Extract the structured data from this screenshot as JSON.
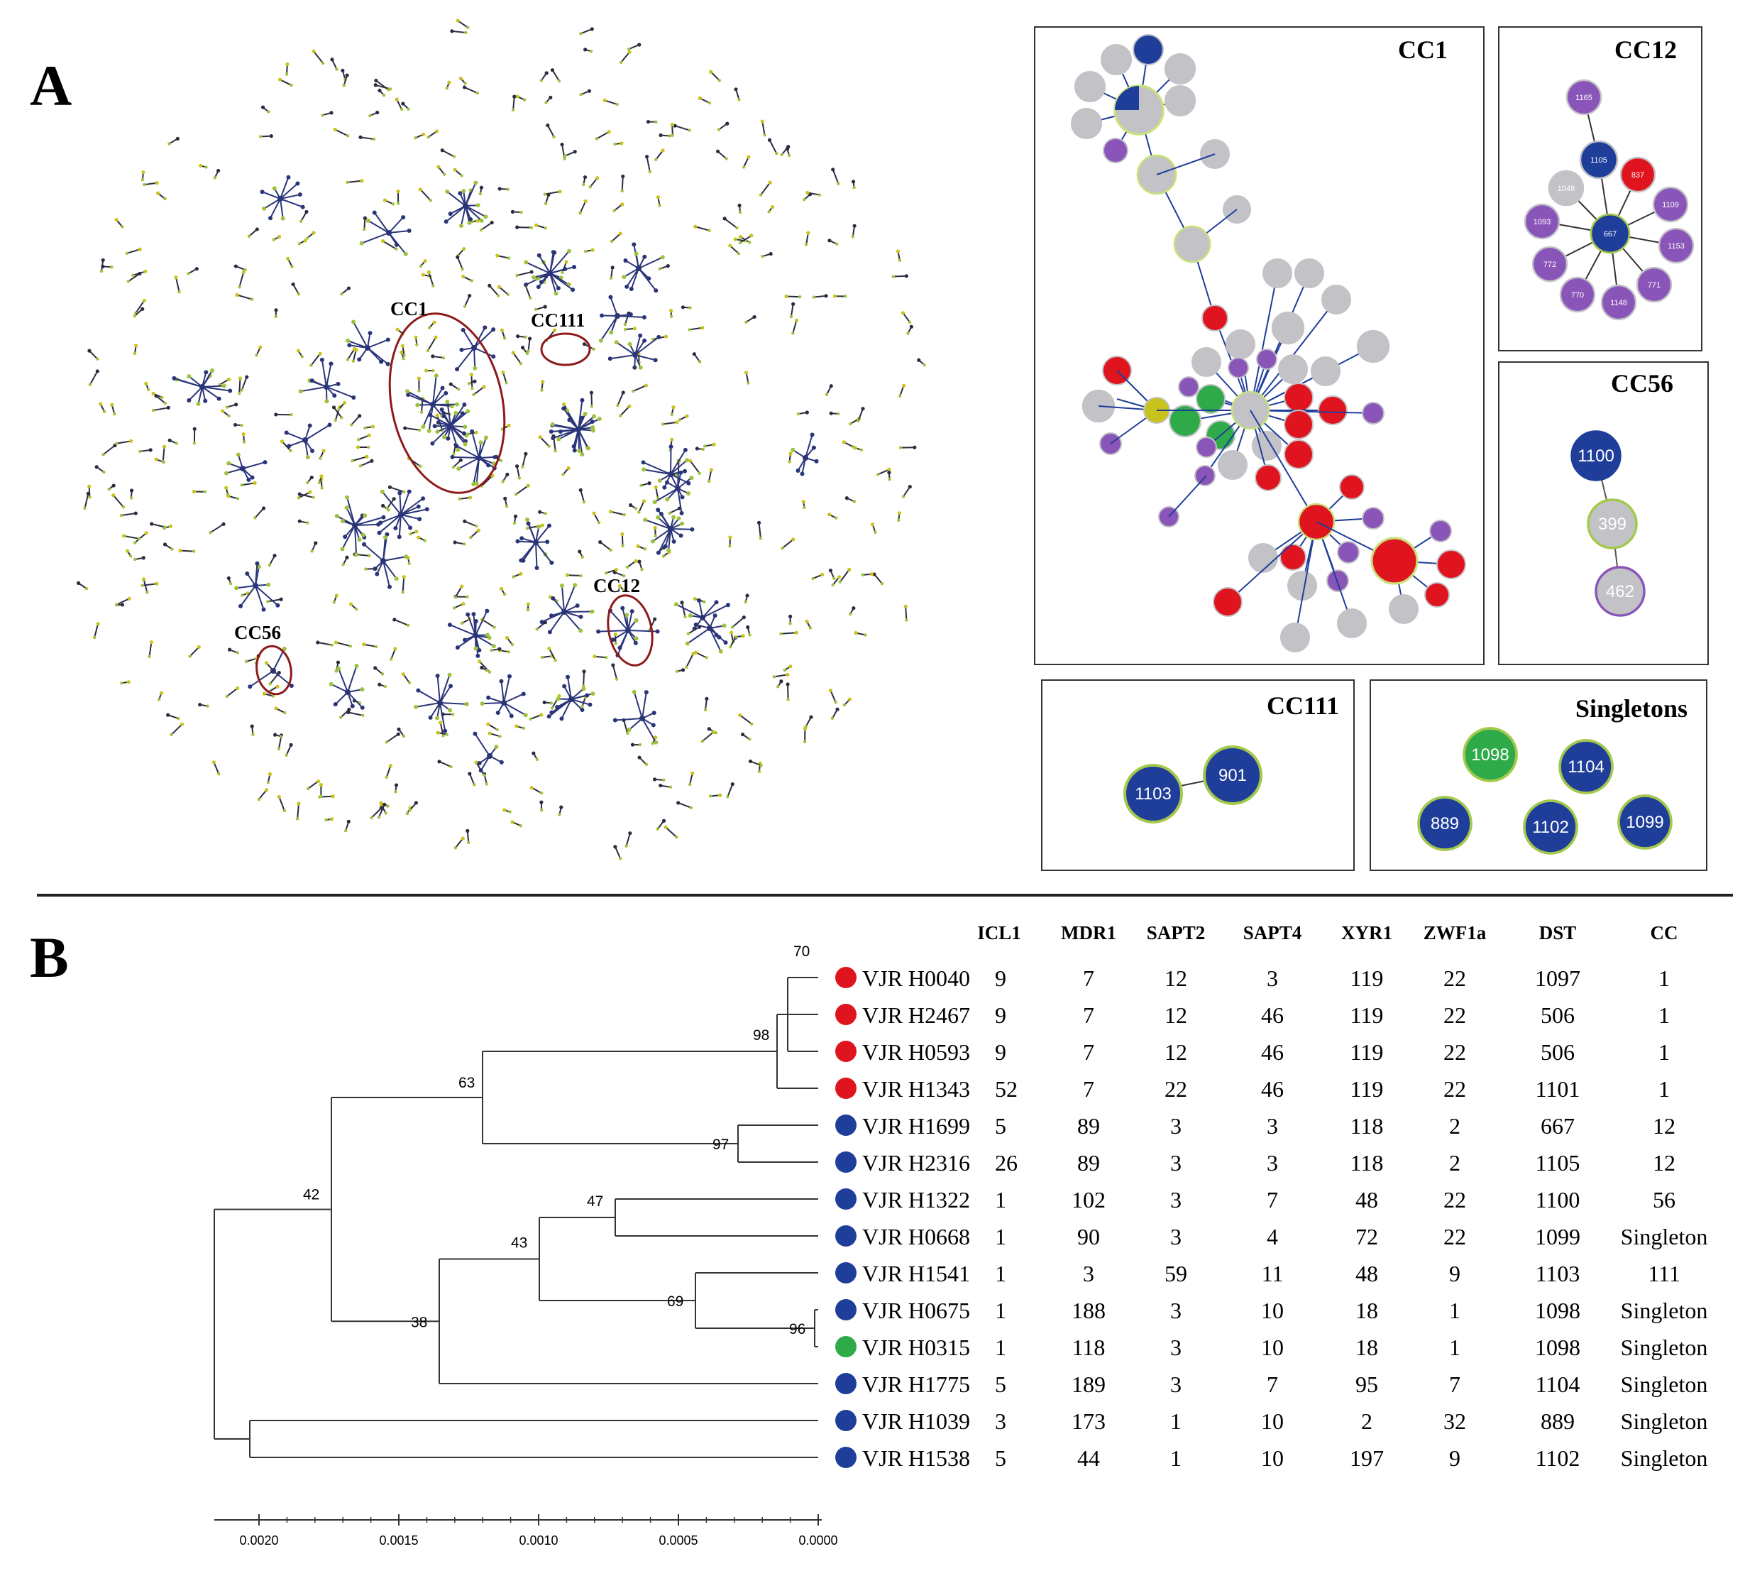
{
  "panel_a": {
    "letter": "A",
    "ring_labels": [
      "CC1",
      "CC111",
      "CC12",
      "CC56"
    ],
    "boxes": {
      "cc1": {
        "title": "CC1"
      },
      "cc12": {
        "title": "CC12"
      },
      "cc56": {
        "title": "CC56"
      },
      "cc111": {
        "title": "CC111"
      },
      "singletons": {
        "title": "Singletons"
      }
    },
    "cc12_nodes": [
      "1165",
      "1105",
      "837",
      "1049",
      "1109",
      "1093",
      "667",
      "1153",
      "772",
      "770",
      "1148",
      "771"
    ],
    "cc56_nodes": [
      "1100",
      "399",
      "462"
    ],
    "cc111_nodes": [
      "1103",
      "901"
    ],
    "singleton_nodes": [
      "1098",
      "1104",
      "889",
      "1102",
      "1099"
    ],
    "colors": {
      "red": "#e0141e",
      "blue": "#1f3e9a",
      "green": "#2eab48",
      "grey": "#c2c2c7",
      "purple": "#8a55b8",
      "yellow": "#c7c31b",
      "ring": "#8e1a1a",
      "outline": "#a3c94a"
    }
  },
  "panel_b": {
    "letter": "B",
    "columns": [
      "ICL1",
      "MDR1",
      "SAPT2",
      "SAPT4",
      "XYR1",
      "ZWF1a",
      "DST",
      "CC"
    ],
    "rows": [
      {
        "taxon": "VJR H0040",
        "color": "red",
        "cells": [
          "9",
          "7",
          "12",
          "3",
          "119",
          "22",
          "1097",
          "1"
        ]
      },
      {
        "taxon": "VJR H2467",
        "color": "red",
        "cells": [
          "9",
          "7",
          "12",
          "46",
          "119",
          "22",
          "506",
          "1"
        ]
      },
      {
        "taxon": "VJR H0593",
        "color": "red",
        "cells": [
          "9",
          "7",
          "12",
          "46",
          "119",
          "22",
          "506",
          "1"
        ]
      },
      {
        "taxon": "VJR H1343",
        "color": "red",
        "cells": [
          "52",
          "7",
          "22",
          "46",
          "119",
          "22",
          "1101",
          "1"
        ]
      },
      {
        "taxon": "VJR H1699",
        "color": "blue",
        "cells": [
          "5",
          "89",
          "3",
          "3",
          "118",
          "2",
          "667",
          "12"
        ]
      },
      {
        "taxon": "VJR H2316",
        "color": "blue",
        "cells": [
          "26",
          "89",
          "3",
          "3",
          "118",
          "2",
          "1105",
          "12"
        ]
      },
      {
        "taxon": "VJR H1322",
        "color": "blue",
        "cells": [
          "1",
          "102",
          "3",
          "7",
          "48",
          "22",
          "1100",
          "56"
        ]
      },
      {
        "taxon": "VJR H0668",
        "color": "blue",
        "cells": [
          "1",
          "90",
          "3",
          "4",
          "72",
          "22",
          "1099",
          "Singleton"
        ]
      },
      {
        "taxon": "VJR H1541",
        "color": "blue",
        "cells": [
          "1",
          "3",
          "59",
          "11",
          "48",
          "9",
          "1103",
          "111"
        ]
      },
      {
        "taxon": "VJR H0675",
        "color": "blue",
        "cells": [
          "1",
          "188",
          "3",
          "10",
          "18",
          "1",
          "1098",
          "Singleton"
        ]
      },
      {
        "taxon": "VJR H0315",
        "color": "green",
        "cells": [
          "1",
          "118",
          "3",
          "10",
          "18",
          "1",
          "1098",
          "Singleton"
        ]
      },
      {
        "taxon": "VJR H1775",
        "color": "blue",
        "cells": [
          "5",
          "189",
          "3",
          "7",
          "95",
          "7",
          "1104",
          "Singleton"
        ]
      },
      {
        "taxon": "VJR H1039",
        "color": "blue",
        "cells": [
          "3",
          "173",
          "1",
          "10",
          "2",
          "32",
          "889",
          "Singleton"
        ]
      },
      {
        "taxon": "VJR H1538",
        "color": "blue",
        "cells": [
          "5",
          "44",
          "1",
          "10",
          "197",
          "9",
          "1102",
          "Singleton"
        ]
      }
    ],
    "bootstrap": [
      "70",
      "98",
      "63",
      "97",
      "42",
      "47",
      "43",
      "69",
      "96",
      "38"
    ],
    "scale_ticks": [
      "0.0020",
      "0.0015",
      "0.0010",
      "0.0005",
      "0.0000"
    ]
  }
}
